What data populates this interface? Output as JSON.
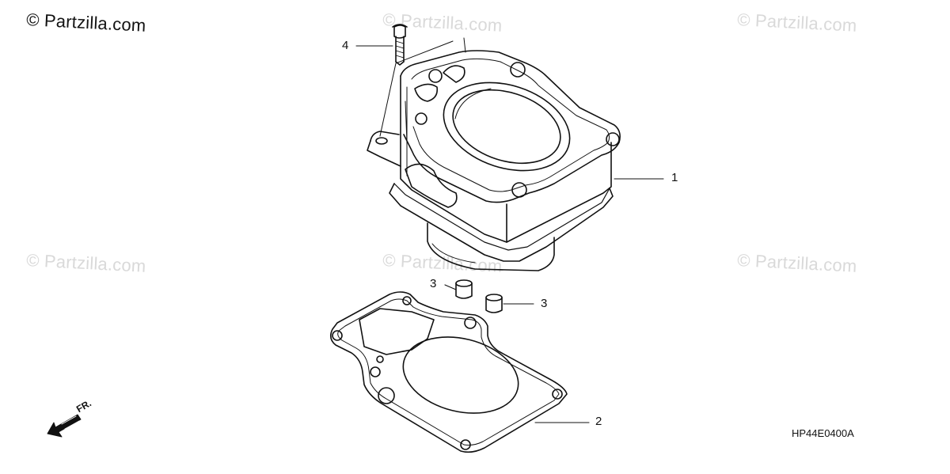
{
  "brand": "© Partzilla.com",
  "watermarks": [
    "© Partzilla.com",
    "© Partzilla.com",
    "© Partzilla.com",
    "© Partzilla.com",
    "© Partzilla.com",
    "© Partzilla.com"
  ],
  "callouts": {
    "p1": "1",
    "p2": "2",
    "p3a": "3",
    "p3b": "3",
    "p4": "4"
  },
  "front_label": "FR.",
  "diagram_code": "HP44E0400A",
  "colors": {
    "line": "#111111",
    "watermark": "#d9d9d9"
  }
}
